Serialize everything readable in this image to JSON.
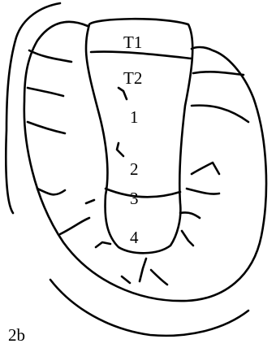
{
  "figure": {
    "label": "2b",
    "segment_labels": [
      "T1",
      "T2",
      "1",
      "2",
      "3",
      "4"
    ]
  },
  "colors": {
    "stroke": "#000000",
    "background": "#ffffff"
  }
}
